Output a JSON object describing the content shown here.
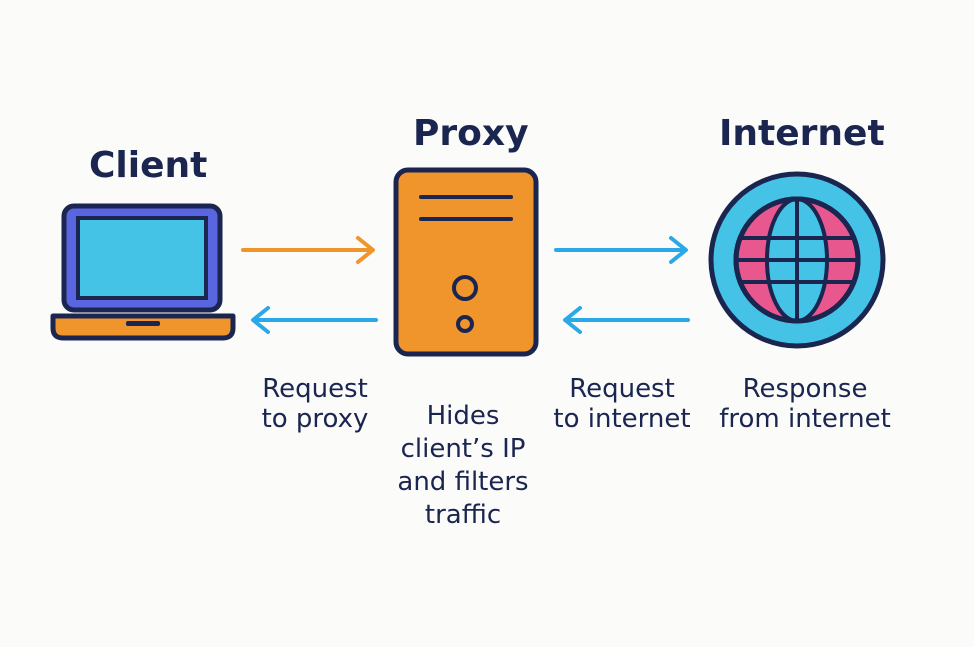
{
  "nodes": {
    "client": {
      "title": "Client"
    },
    "proxy": {
      "title": "Proxy",
      "caption_lines": [
        "Hides",
        "client’s IP",
        "and filters",
        "traffic"
      ]
    },
    "internet": {
      "title": "Internet"
    }
  },
  "edges": {
    "client_to_proxy": {
      "label_lines": [
        "Request",
        "to proxy"
      ]
    },
    "proxy_to_internet": {
      "label_lines": [
        "Request",
        "to internet"
      ]
    },
    "internet_to_proxy": {
      "label_lines": [
        "Response",
        "from internet"
      ]
    }
  },
  "colors": {
    "navy": "#1a2550",
    "orange": "#f0952c",
    "blue": "#2aa8e8",
    "cyan": "#45c3e6",
    "pink": "#e8578d",
    "laptop_blue": "#5a65e0"
  }
}
